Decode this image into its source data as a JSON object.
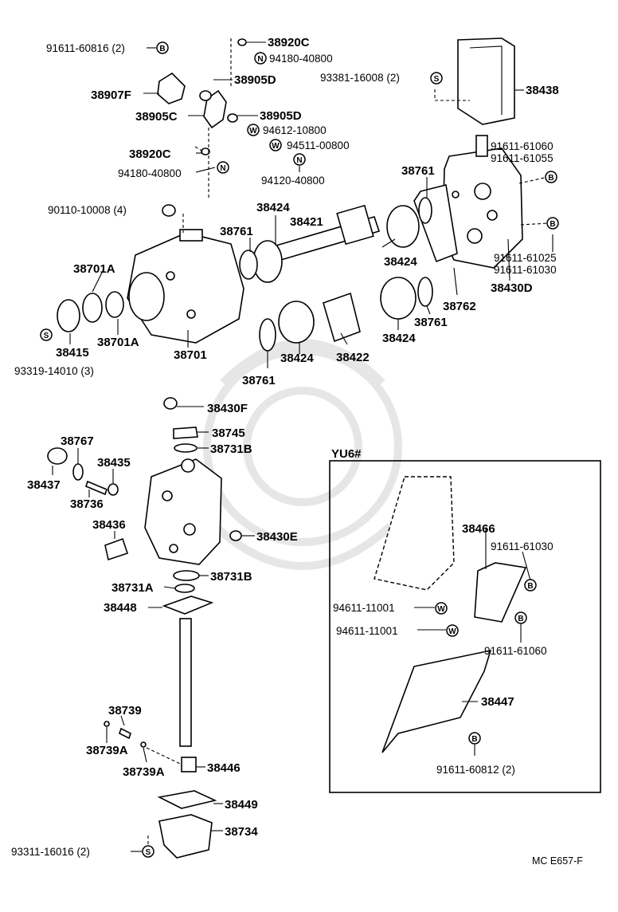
{
  "parts": {
    "p91611_60816": "91611-60816 (2)",
    "p38920C_top": "38920C",
    "p94180_40800_top": "94180-40800",
    "p38905D_a": "38905D",
    "p38907F": "38907F",
    "p93381_16008": "93381-16008 (2)",
    "p38438": "38438",
    "p38905C": "38905C",
    "p38905D_b": "38905D",
    "p94612_10800": "94612-10800",
    "p94511_00800": "94511-00800",
    "p38920C_b": "38920C",
    "p94180_40800_b": "94180-40800",
    "p94120_40800": "94120-40800",
    "p91611_61060_a": "91611-61060",
    "p91611_61055": "91611-61055",
    "p38761_a": "38761",
    "p90110_10008": "90110-10008 (4)",
    "p38424_a": "38424",
    "p38421": "38421",
    "p38761_b": "38761",
    "p38424_b": "38424",
    "p91611_61025": "91611-61025",
    "p91611_61030_a": "91611-61030",
    "p38430D": "38430D",
    "p38701A_a": "38701A",
    "p38762": "38762",
    "p38761_c": "38761",
    "p38415": "38415",
    "p38701A_b": "38701A",
    "p38701": "38701",
    "p38424_c": "38424",
    "p38422": "38422",
    "p38424_d": "38424",
    "p93319_14010": "93319-14010 (3)",
    "p38761_d": "38761",
    "p38430F": "38430F",
    "p38745": "38745",
    "p38731B_a": "38731B",
    "p38767": "38767",
    "p38435": "38435",
    "p38437": "38437",
    "p38736": "38736",
    "p38436": "38436",
    "p38430E": "38430E",
    "p38731B_b": "38731B",
    "p38731A": "38731A",
    "p38448": "38448",
    "p38739": "38739",
    "p38739A_a": "38739A",
    "p38739A_b": "38739A",
    "p38446": "38446",
    "p38449": "38449",
    "p38734": "38734",
    "p93311_16016": "93311-16016 (2)",
    "p38466": "38466",
    "p91611_61030_b": "91611-61030",
    "p94611_11001_a": "94611-11001",
    "p94611_11001_b": "94611-11001",
    "p91611_61060_b": "91611-61060",
    "p38447": "38447",
    "p91611_60812": "91611-60812 (2)"
  },
  "inset": {
    "title": "YU6#"
  },
  "symbols": {
    "bolt": "B",
    "nut": "N",
    "washer": "W",
    "screw": "S"
  },
  "footer": {
    "code": "MC E657-F"
  }
}
